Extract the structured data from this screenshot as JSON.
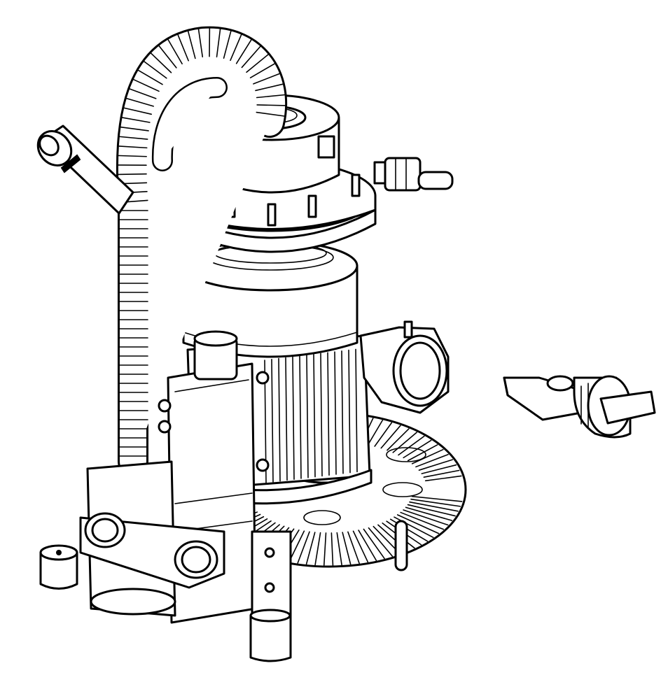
{
  "colors": {
    "line": "#000000",
    "fill": "#ffffff",
    "background": "#ffffff"
  },
  "parts": [
    "flexible-hose",
    "y-inlet-pipe",
    "separator-cap",
    "separator-flange-ring",
    "motor-cylinder",
    "side-outlet-coupling",
    "side-port-elbow",
    "side-blower",
    "cooling-fins",
    "valve-housing",
    "clamp-bracket",
    "mounting-foot",
    "drain-valve-plug"
  ]
}
